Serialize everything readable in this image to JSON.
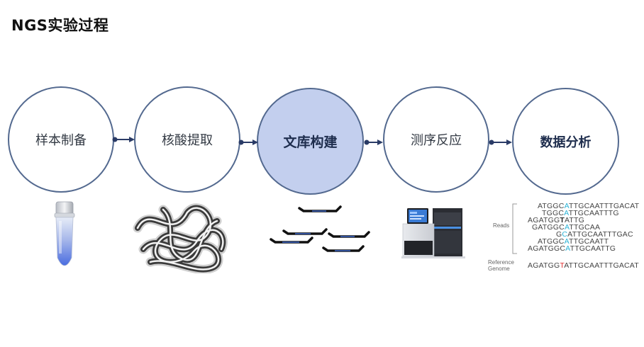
{
  "title": "NGS实验过程",
  "steps": [
    {
      "label": "样本制备"
    },
    {
      "label": "核酸提取"
    },
    {
      "label": "文库构建"
    },
    {
      "label": "测序反应"
    },
    {
      "label": "数据分析"
    }
  ],
  "analysis": {
    "reads_label": "Reads",
    "reference_label_line1": "Reference",
    "reference_label_line2": "Genome",
    "reads": [
      {
        "pre": "ATGGC",
        "mark": "A",
        "post": "TTGCAATTTGACAT",
        "mark_style": "c"
      },
      {
        "pre": "TGGC",
        "mark": "A",
        "post": "TTGCAATTTG",
        "mark_style": "c"
      },
      {
        "pre": "AGATGG",
        "mark": "T",
        "post": "ATTG",
        "mark_style": "t"
      },
      {
        "pre": "GATGGC",
        "mark": "A",
        "post": "TTGCAA",
        "mark_style": "c"
      },
      {
        "pre": "G",
        "mark": "C",
        "post": "ATTGCAATTTGAC",
        "mark_style": "c"
      },
      {
        "pre": "ATGGC",
        "mark": "A",
        "post": "TTGCAATT",
        "mark_style": "c"
      },
      {
        "pre": "AGATGGC",
        "mark": "A",
        "post": "TTGCAATTG",
        "mark_style": "c"
      }
    ],
    "reference": {
      "pre": "AGATGG",
      "mark": "T",
      "post": "ATTGCAATTTGACAT"
    }
  },
  "colors": {
    "circle_border": "#53698f",
    "active_fill": "#c3cfee",
    "arrow": "#2a3b66",
    "highlight_cyan": "#2bb3d6",
    "highlight_red": "#e03030"
  }
}
